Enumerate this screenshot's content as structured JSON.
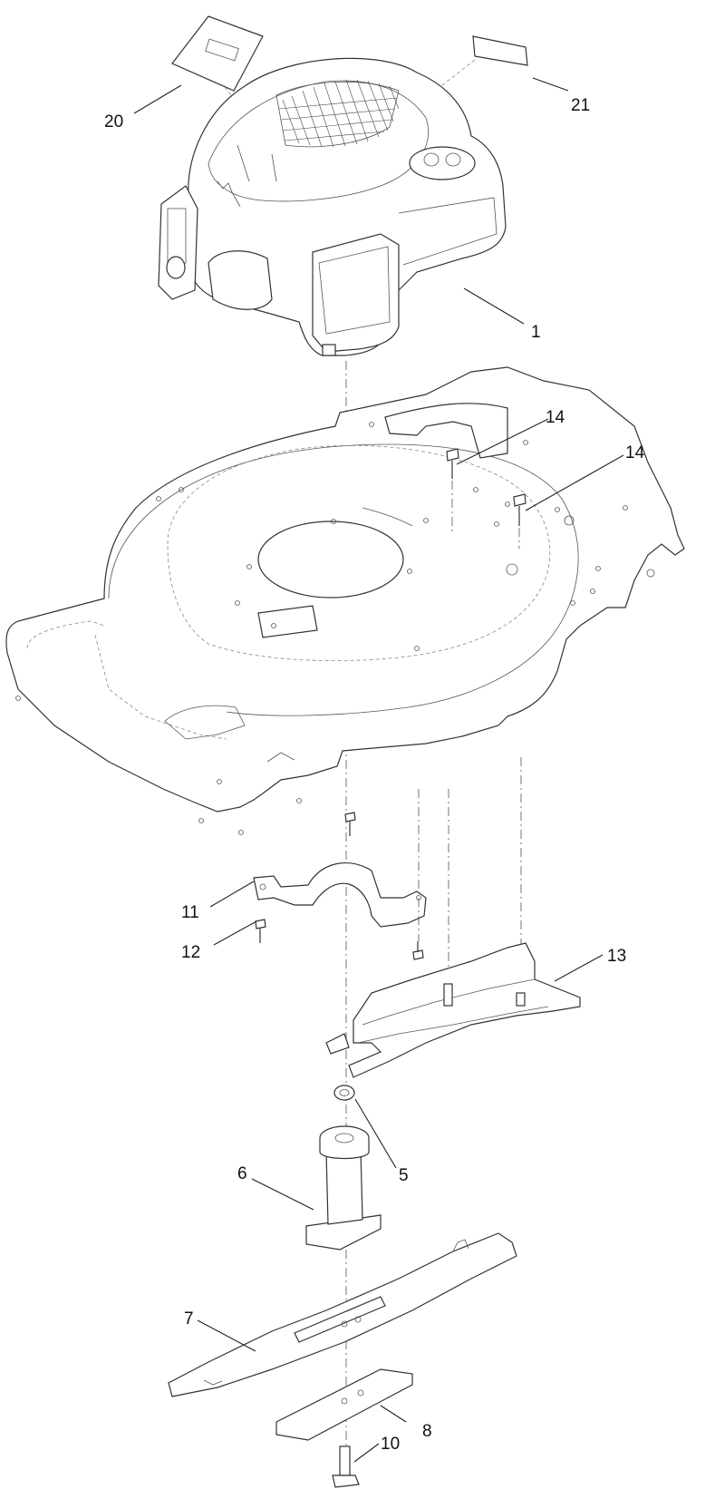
{
  "callouts": [
    {
      "id": "c20",
      "text": "20"
    },
    {
      "id": "c21",
      "text": "21"
    },
    {
      "id": "c1",
      "text": "1"
    },
    {
      "id": "c14a",
      "text": "14"
    },
    {
      "id": "c14b",
      "text": "14"
    },
    {
      "id": "c11",
      "text": "11"
    },
    {
      "id": "c12",
      "text": "12"
    },
    {
      "id": "c13",
      "text": "13"
    },
    {
      "id": "c5",
      "text": "5"
    },
    {
      "id": "c6",
      "text": "6"
    },
    {
      "id": "c7",
      "text": "7"
    },
    {
      "id": "c8",
      "text": "8"
    },
    {
      "id": "c10",
      "text": "10"
    }
  ]
}
